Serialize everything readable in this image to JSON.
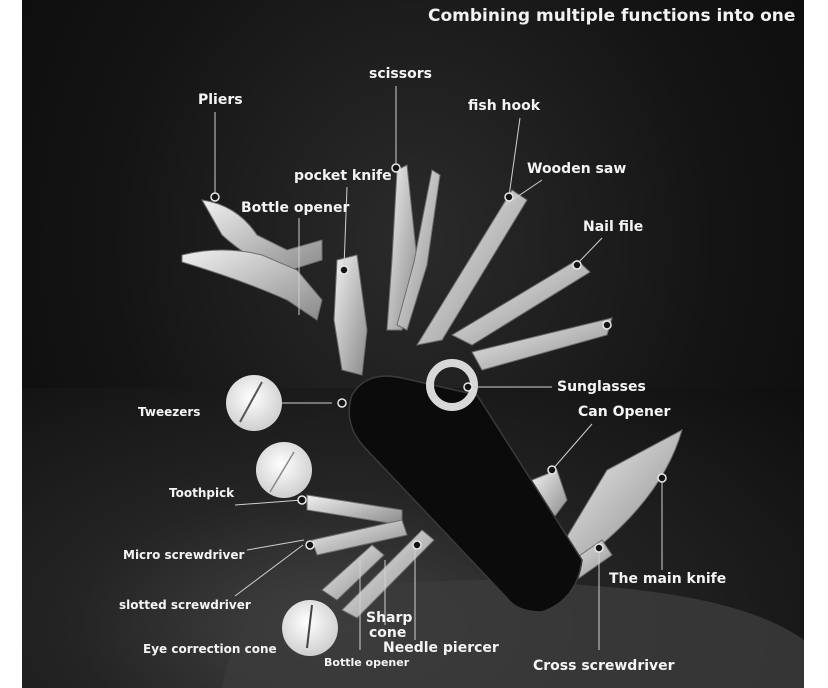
{
  "headline": "Combining multiple functions into one",
  "labels": {
    "pliers": "Pliers",
    "scissors": "scissors",
    "fish_hook": "fish hook",
    "pocket_knife": "pocket knife",
    "wooden_saw": "Wooden saw",
    "bottle_opener_top": "Bottle opener",
    "nail_file": "Nail file",
    "sunglasses": "Sunglasses",
    "tweezers": "Tweezers",
    "can_opener": "Can Opener",
    "toothpick": "Toothpick",
    "micro_screwdriver": "Micro screwdriver",
    "main_knife": "The main knife",
    "slotted_screwdriver": "slotted screwdriver",
    "sharp_cone_1": "Sharp",
    "sharp_cone_2": "cone",
    "eye_correction_cone": "Eye correction cone",
    "needle_piercer": "Needle piercer",
    "bottle_opener_bottom": "Bottle opener",
    "cross_screwdriver": "Cross screwdriver"
  },
  "colors": {
    "background": "#141414",
    "label_text": "#f4f4f4",
    "steel": "#cfcfcf",
    "handle": "#0b0b0b"
  }
}
